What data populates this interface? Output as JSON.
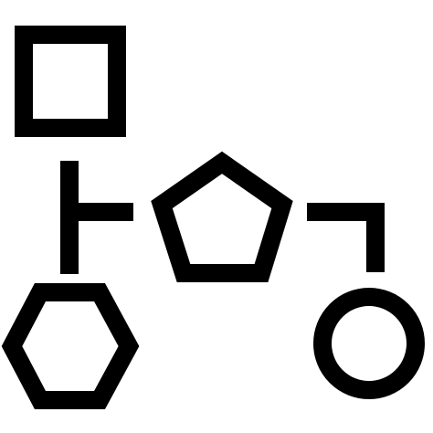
{
  "icon": {
    "name": "shapes-diagram-icon",
    "stroke_color": "#000000",
    "background_color": "#ffffff",
    "shapes": [
      "square",
      "pentagon",
      "hexagon",
      "circle"
    ],
    "connectors": [
      "square-to-hexagon",
      "hexagon-branch-to-pentagon",
      "pentagon-to-circle"
    ]
  }
}
